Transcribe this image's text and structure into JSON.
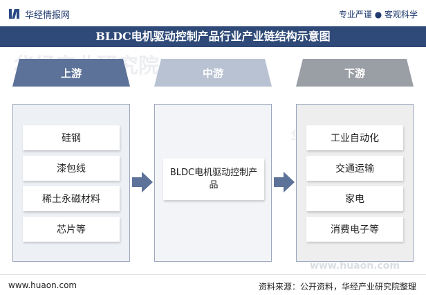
{
  "header": {
    "brand_name": "华经情报网",
    "tagline": "专业严谨 ● 客观科学"
  },
  "title": "BLDC电机驱动控制产品行业产业链结构示意图",
  "stages": {
    "upstream": {
      "label": "上游",
      "color": "#5d7299",
      "panel_bg": "#edf0f5",
      "items": [
        "硅钢",
        "漆包线",
        "稀土永磁材料",
        "芯片等"
      ]
    },
    "midstream": {
      "label": "中游",
      "color": "#b9c2d2",
      "panel_bg": "#f3f4f7",
      "items": [
        "BLDC电机驱动控制产品"
      ]
    },
    "downstream": {
      "label": "下游",
      "color": "#9a9ea5",
      "panel_bg": "#eeeeef",
      "items": [
        "工业自动化",
        "交通运输",
        "家电",
        "消费电子等"
      ]
    }
  },
  "arrow_color": "#5d7299",
  "watermark": {
    "cn": "华经产业研究院",
    "en": "www.huaon.com"
  },
  "footer": {
    "website": "www.huaon.com",
    "source": "资料来源：公开资料，华经产业研究院整理"
  }
}
